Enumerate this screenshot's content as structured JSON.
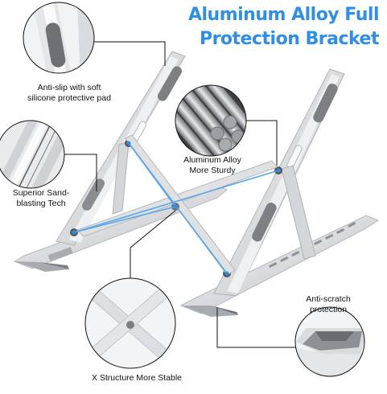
{
  "title": {
    "line1": "Aluminum Alloy Full",
    "line2": "Protection Bracket"
  },
  "callouts": {
    "anti_slip": {
      "line1": "Anti-slip with soft",
      "line2": "silicone protective pad"
    },
    "sandblasting": {
      "line1": "Superior Sand-",
      "line2": "blasting Tech"
    },
    "alloy": {
      "line1": "Aluminum Alloy",
      "line2": "More Sturdy"
    },
    "x_structure": {
      "line1": "X Structure More Stable"
    },
    "anti_scratch": {
      "line1": "Anti-scratch",
      "line2": "protection"
    }
  },
  "colors": {
    "title": "#2f8ee6",
    "connector": "#5aa7e8",
    "metal_light": "#e6e7e9",
    "metal_mid": "#c9cbce",
    "pad": "#7d7f83"
  }
}
